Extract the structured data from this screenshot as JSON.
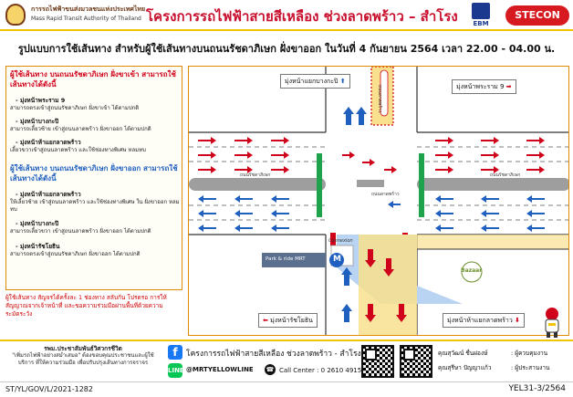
{
  "header": {
    "org_th": "การรถไฟฟ้าขนส่งมวลชนแห่งประเทศไทย",
    "org_en": "Mass Rapid Transit Authority of Thailand",
    "project_title": "โครงการรถไฟฟ้าสายสีเหลือง ช่วงลาดพร้าว – สำโรง",
    "partner_1": "EBM",
    "partner_2": "STECON"
  },
  "subtitle": "รูปแบบการใช้เส้นทาง สำหรับผู้ใช้เส้นทางบนถนนรัชดาภิเษก ฝั่งขาออก ในวันที่ 4 กันยายน 2564 เวลา 22.00 - 04.00 น.",
  "info": {
    "inbound_title": "ผู้ใช้เส้นทาง บนถนนรัชดาภิเษก ฝั่งขาเข้า สามารถใช้เส้นทางได้ดังนี้",
    "inbound_items": [
      {
        "title": "- มุ่งหน้าพระราม 9",
        "desc": "สามารถตรงเข้าสู่ถนนรัชดาภิเษก ฝั่งขาเข้า ได้ตามปกติ"
      },
      {
        "title": "- มุ่งหน้าบางกะปิ",
        "desc": "สามารถเลี้ยวซ้าย เข้าสู่ถนนลาดพร้าว ฝั่งขาออก ได้ตามปกติ"
      },
      {
        "title": "- มุ่งหน้าห้าแยกลาดพร้าว",
        "desc": "เลี้ยวขวาเข้าสู่ถนนลาดพร้าว และใช้ช่องทางพิเศษ หลมทบ"
      }
    ],
    "outbound_title": "ผู้ใช้เส้นทาง บนถนนรัชดาภิเษก ฝั่งขาออก สามารถใช้เส้นทางได้ดังนี้",
    "outbound_items": [
      {
        "title": "- มุ่งหน้าห้าแยกลาดพร้าว",
        "desc": "ให้เลี้ยวซ้าย เข้าสู่ถนนลาดพร้าว และใช้ช่องทางพิเศษ ใน ฝั่งขาออก หลมทบ"
      },
      {
        "title": "- มุ่งหน้าบางกะปิ",
        "desc": "สามารถเลี้ยวขวา เข้าสู่ถนนลาดพร้าว ฝั่งขาออก ได้ตามปกติ"
      },
      {
        "title": "- มุ่งหน้ารัชโยธิน",
        "desc": "สามารถตรงเข้าสู่ถนนรัชดาภิเษก ฝั่งขาออก ได้ตามปกติ"
      }
    ],
    "notice": "ผู้ใช้เส้นทาง สัญจรได้ครั้งละ 1 ช่องทาง สลับกัน โปรดรอ การให้สัญญาณจากเจ้าหน้าที่ และขอความร่วมมือผ่านพื้นที่ด้วยความระมัดระวัง"
  },
  "diagram": {
    "dir_top_left": "มุ่งหน้าแยกบางกะปิ",
    "dir_top_right": "มุ่งหน้าพระราม 9",
    "dir_bottom_left": "มุ่งหน้ารัชโยธิน",
    "dir_bottom_right": "มุ่งหน้าห้าแยกลาดพร้าว",
    "arrow_up": "⬆",
    "arrow_right": "➡",
    "arrow_left": "⬅",
    "arrow_down": "⬇",
    "road_ratchada": "ถนนรัชดาภิเษก",
    "road_ladprao_top": "ถนนลาดพร้าว",
    "road_ladprao_bottom": "ถนนลาดพร้าว",
    "connexion": "Connexion",
    "bazaar": "Bazaar",
    "park_ride": "Park & ride MRT",
    "mrt_symbol": "M",
    "colors": {
      "work_zone": "#f8e08e",
      "blue_lane": "#b9d4f2",
      "barrier_green": "#1fa34a",
      "road": "#ffffff",
      "median": "#9e9e9e"
    }
  },
  "contact": {
    "pr_title": "รพม.ประชาสัมพันธ์วิศวกรชีวิต",
    "pr_desc": "\"เพิ่มรถไฟฟ้าอย่างสม่ำเสมอ\" ต้องขอบคุณประชาชนและผู้ใช้บริการ ที่ให้ความร่วมมือ เพื่อปรับปรุงเส้นทางการจราจร",
    "facebook": "โครงการรถไฟฟ้าสายสีเหลือง ช่วงลาดพร้าว - สำโรง",
    "line": "@MRTYELLOWLINE",
    "call_center": "Call Center : 0 2610 4915 กด 2",
    "person_1": "คุณสุวัฒน์ ชื่นผ่องษ์",
    "role_1": ": ผู้ควบคุมงาน",
    "person_2": "คุณสุรีษา ปัญญาแก้ว",
    "role_2": ": ผู้ประสานงาน"
  },
  "footer": {
    "doc_code_left": "ST/YL/GOV/L/2021-1282",
    "doc_code_right": "YEL31-3/2564"
  }
}
